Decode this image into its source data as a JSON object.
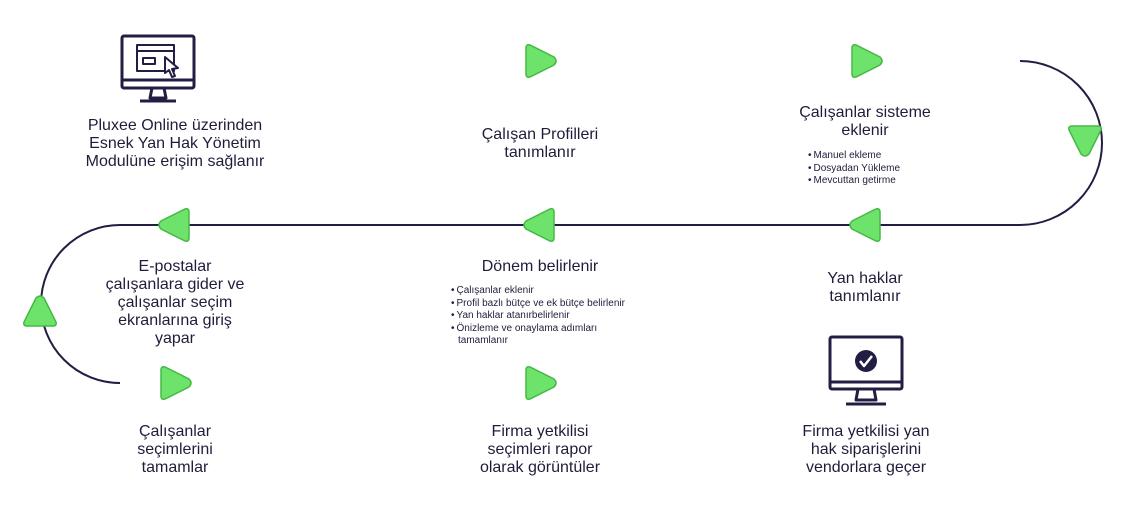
{
  "steps": {
    "s1": [
      "Pluxee Online üzerinden",
      "Esnek Yan Hak Yönetim",
      "Modulüne erişim sağlanır"
    ],
    "s2": [
      "Çalışan Profilleri",
      "tanımlanır"
    ],
    "s3": [
      "Çalışanlar sisteme",
      "eklenir"
    ],
    "s3_bullets": [
      "Manuel ekleme",
      "Dosyadan Yükleme",
      "Mevcuttan getirme"
    ],
    "s4": [
      "Yan haklar",
      "tanımlanır"
    ],
    "s5": [
      "Dönem belirlenir"
    ],
    "s5_bullets": [
      "Çalışanlar eklenir",
      "Profil bazlı bütçe ve ek bütçe belirlenir",
      "Yan haklar atanırbelirlenir",
      "Önizleme ve onaylama adımları",
      "tamamlanır"
    ],
    "s6": [
      "E-postalar",
      "çalışanlara gider ve",
      "çalışanlar seçim",
      "ekranlarına giriş",
      "yapar"
    ],
    "s7": [
      "Çalışanlar",
      "seçimlerini",
      "tamamlar"
    ],
    "s8": [
      "Firma yetkilisi",
      "seçimleri rapor",
      "olarak görüntüler"
    ],
    "s9": [
      "Firma yetkilisi yan",
      "hak siparişlerini",
      "vendorlara geçer"
    ]
  },
  "colors": {
    "line": "#211d43",
    "node": "#6ee36b",
    "node_stroke": "#45b944",
    "icon": "#211d43"
  },
  "icons": [
    "computer-click-icon",
    "monitor-check-icon"
  ]
}
